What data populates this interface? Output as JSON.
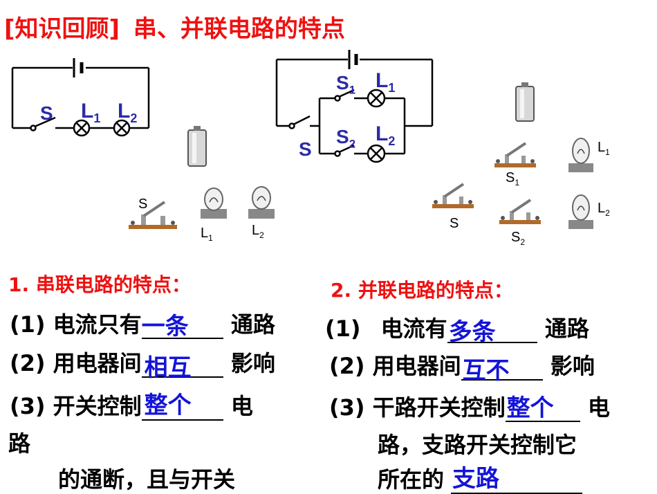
{
  "header": {
    "bracket_title": "[知识回顾]",
    "title": "串、并联电路的特点"
  },
  "series_diagram": {
    "switch": "S",
    "lamp1": "L",
    "lamp1_sub": "1",
    "lamp2": "L",
    "lamp2_sub": "2"
  },
  "parallel_diagram": {
    "main_switch": "S",
    "branch_switch1": "S",
    "branch_switch1_sub": "1",
    "lamp1": "L",
    "lamp1_sub": "1",
    "branch_switch2": "S",
    "branch_switch2_sub": "2",
    "lamp2": "L",
    "lamp2_sub": "2"
  },
  "series_parts": {
    "switch": "S",
    "lamp1": "L",
    "lamp1_sub": "1",
    "lamp2": "L",
    "lamp2_sub": "2"
  },
  "parallel_parts": {
    "switch": "S",
    "switch1": "S",
    "switch1_sub": "1",
    "switch2": "S",
    "switch2_sub": "2",
    "lamp1": "L",
    "lamp1_sub": "1",
    "lamp2": "L",
    "lamp2_sub": "2"
  },
  "series": {
    "heading": "1. 串联电路的特点：",
    "item1": {
      "num": "(1)",
      "text": "电流只有",
      "answer": "一条",
      "after": "通路"
    },
    "item2": {
      "num": "(2)",
      "text": "用电器间",
      "answer": "相互",
      "after": "影响"
    },
    "item3": {
      "num": "(3)",
      "text": "开关控制",
      "answer": "整个",
      "after": "电",
      "line2": "路",
      "line3": "的通断，且与开关"
    }
  },
  "parallel": {
    "heading": "2. 并联电路的特点：",
    "item1": {
      "num": "(1)",
      "text": "电流有",
      "answer": "多条",
      "after": "通路"
    },
    "item2": {
      "num": "(2)",
      "text": "用电器间",
      "answer": "互不",
      "after": "影响"
    },
    "item3": {
      "num": "(3)",
      "text": "干路开关控制",
      "answer": "整个",
      "after": "电",
      "line2": "路，支路开关控制它",
      "line3": "所在的",
      "answer3": "支路"
    }
  }
}
